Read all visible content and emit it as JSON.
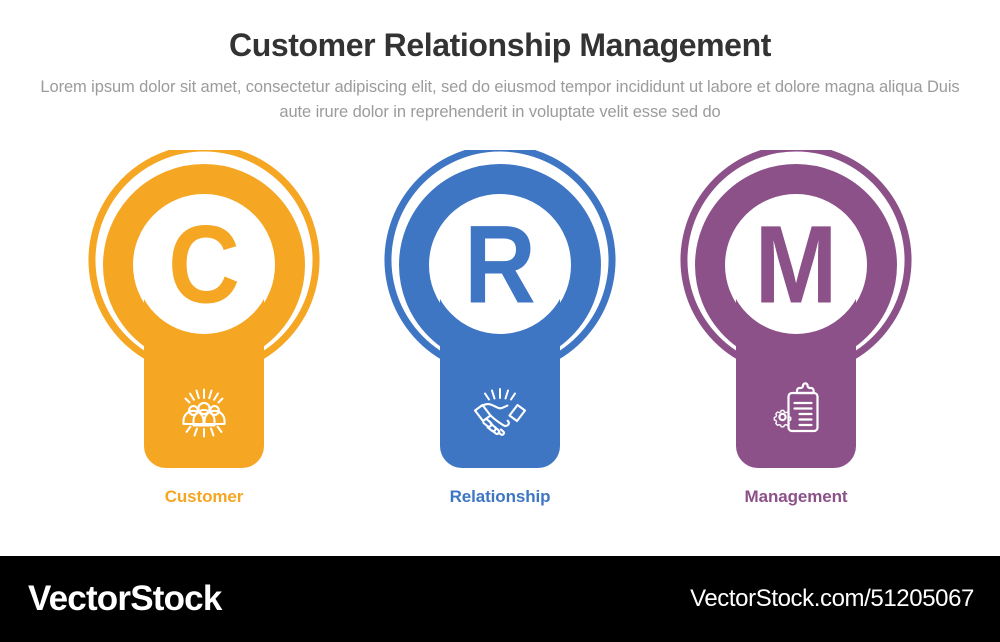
{
  "header": {
    "title": "Customer Relationship Management",
    "subtitle": "Lorem ipsum dolor sit amet, consectetur adipiscing elit, sed do eiusmod tempor incididunt ut labore et dolore magna aliqua Duis aute irure dolor in reprehenderit in voluptate velit esse sed do",
    "title_color": "#333333",
    "subtitle_color": "#9b9b9b"
  },
  "cards": [
    {
      "letter": "C",
      "label": "Customer",
      "color": "#F5A623",
      "icon": "people-group-icon"
    },
    {
      "letter": "R",
      "label": "Relationship",
      "color": "#3F76C4",
      "icon": "handshake-icon"
    },
    {
      "letter": "M",
      "label": "Management",
      "color": "#8D5189",
      "icon": "clipboard-gear-icon"
    }
  ],
  "watermark": {
    "logo": "VectorStock",
    "url": "VectorStock.com/51205067",
    "background": "#000000",
    "text_color": "#ffffff"
  }
}
